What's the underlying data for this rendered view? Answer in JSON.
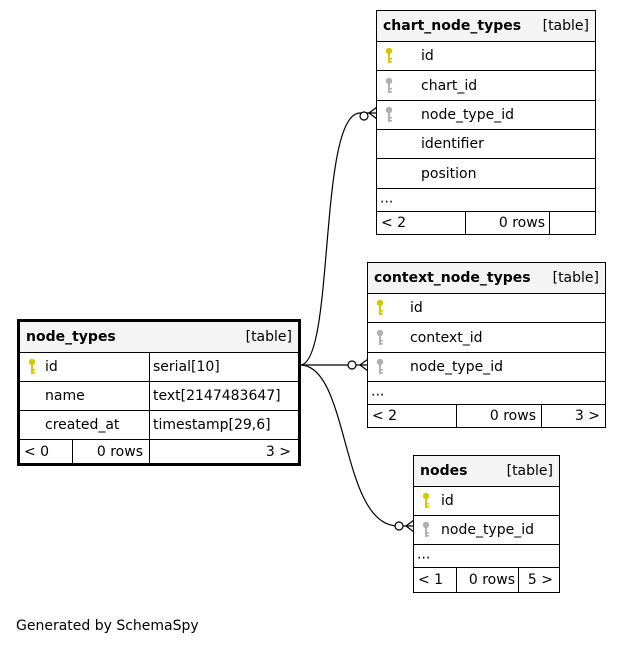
{
  "colors": {
    "primary_key": "#d4c800",
    "foreign_key": "#b0b0b0",
    "header_bg": "#f4f4f4"
  },
  "icons": {
    "primary_key": "primary-key-icon",
    "foreign_key": "foreign-key-icon"
  },
  "tables": {
    "chart_node_types": {
      "name": "chart_node_types",
      "kind": "[table]",
      "columns": [
        {
          "name": "id",
          "key": "primary"
        },
        {
          "name": "chart_id",
          "key": "foreign"
        },
        {
          "name": "node_type_id",
          "key": "foreign"
        },
        {
          "name": "identifier",
          "key": "none"
        },
        {
          "name": "position",
          "key": "none"
        }
      ],
      "more": "...",
      "footer": {
        "parents": "< 2",
        "rows": "0 rows",
        "children": ""
      }
    },
    "context_node_types": {
      "name": "context_node_types",
      "kind": "[table]",
      "columns": [
        {
          "name": "id",
          "key": "primary"
        },
        {
          "name": "context_id",
          "key": "foreign"
        },
        {
          "name": "node_type_id",
          "key": "foreign"
        }
      ],
      "more": "...",
      "footer": {
        "parents": "< 2",
        "rows": "0 rows",
        "children": "3 >"
      }
    },
    "node_types": {
      "name": "node_types",
      "kind": "[table]",
      "columns": [
        {
          "name": "id",
          "type": "serial[10]",
          "key": "primary"
        },
        {
          "name": "name",
          "type": "text[2147483647]",
          "key": "none"
        },
        {
          "name": "created_at",
          "type": "timestamp[29,6]",
          "key": "none"
        }
      ],
      "footer": {
        "parents": "< 0",
        "rows": "0 rows",
        "children": "3 >"
      }
    },
    "nodes": {
      "name": "nodes",
      "kind": "[table]",
      "columns": [
        {
          "name": "id",
          "key": "primary"
        },
        {
          "name": "node_type_id",
          "key": "foreign"
        }
      ],
      "more": "...",
      "footer": {
        "parents": "< 1",
        "rows": "0 rows",
        "children": "5 >"
      }
    }
  },
  "credit": "Generated by SchemaSpy"
}
